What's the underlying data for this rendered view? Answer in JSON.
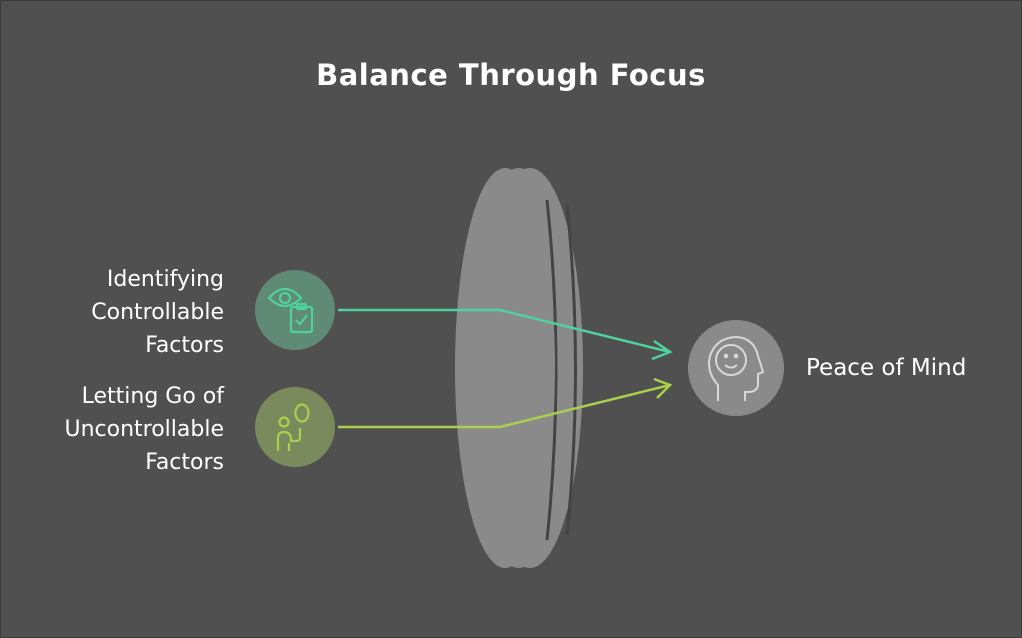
{
  "title": "Balance Through Focus",
  "inputs": [
    {
      "label": "Identifying\nControllable\nFactors",
      "icon": "eye-clipboard-icon",
      "color": "#4fd1a0",
      "circle_color": "#5f8a75"
    },
    {
      "label": "Letting Go of\nUncontrollable\nFactors",
      "icon": "person-balloon-icon",
      "color": "#a9cf4c",
      "circle_color": "#7b8a5d"
    }
  ],
  "output": {
    "label": "Peace of Mind",
    "icon": "head-smile-icon",
    "circle_color": "#8a8a8a"
  },
  "colors": {
    "background": "#505050",
    "lens": "#8a8a8a"
  }
}
